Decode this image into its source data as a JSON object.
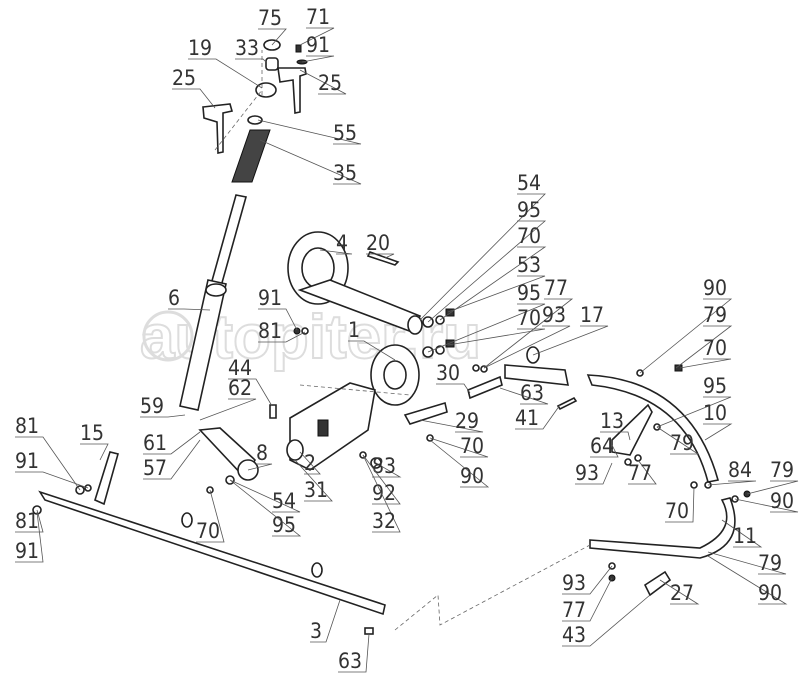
{
  "watermark": "autopiter.ru",
  "callouts": [
    "75",
    "71",
    "33",
    "91",
    "19",
    "25",
    "25",
    "55",
    "35",
    "54",
    "95",
    "4",
    "20",
    "70",
    "53",
    "95",
    "91",
    "77",
    "90",
    "81",
    "6",
    "1",
    "70",
    "93",
    "17",
    "79",
    "44",
    "30",
    "63",
    "70",
    "62",
    "95",
    "59",
    "29",
    "41",
    "13",
    "10",
    "61",
    "81",
    "15",
    "57",
    "8",
    "2",
    "70",
    "64",
    "79",
    "83",
    "91",
    "31",
    "92",
    "90",
    "93",
    "77",
    "84",
    "79",
    "54",
    "95",
    "32",
    "70",
    "70",
    "90",
    "81",
    "11",
    "91",
    "79",
    "93",
    "77",
    "27",
    "90",
    "3",
    "43",
    "63"
  ]
}
